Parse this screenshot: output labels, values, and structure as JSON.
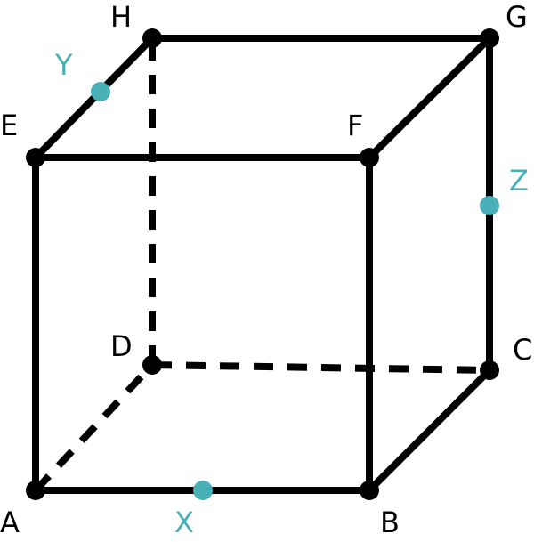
{
  "colors": {
    "edge": "#000000",
    "vertex": "#000000",
    "midpoint": "#4ab0b8"
  },
  "vertices": {
    "A": {
      "label": "A"
    },
    "B": {
      "label": "B"
    },
    "C": {
      "label": "C"
    },
    "D": {
      "label": "D"
    },
    "E": {
      "label": "E"
    },
    "F": {
      "label": "F"
    },
    "G": {
      "label": "G"
    },
    "H": {
      "label": "H"
    }
  },
  "midpoints": {
    "X": {
      "label": "X",
      "edge": "AB"
    },
    "Y": {
      "label": "Y",
      "edge": "EH"
    },
    "Z": {
      "label": "Z",
      "edge": "CG"
    }
  },
  "edges": {
    "visible": [
      "AB",
      "BC",
      "CG",
      "BF",
      "AE",
      "EF",
      "FG",
      "GH",
      "HE"
    ],
    "hidden": [
      "AD",
      "DC",
      "DH"
    ]
  }
}
